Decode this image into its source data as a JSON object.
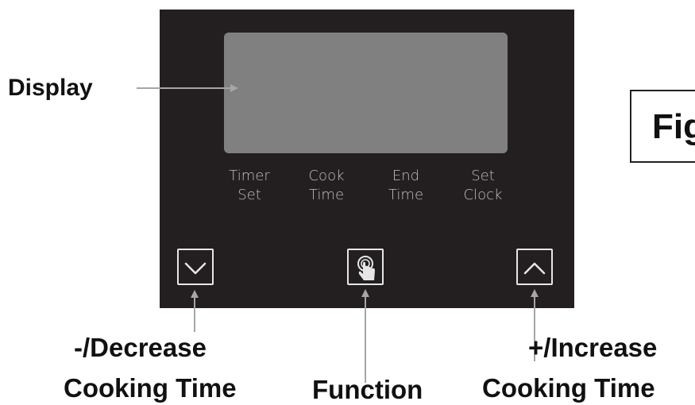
{
  "panel": {
    "modes": [
      {
        "line1": "Timer",
        "line2": "Set"
      },
      {
        "line1": "Cook",
        "line2": "Time"
      },
      {
        "line1": "End",
        "line2": "Time"
      },
      {
        "line1": "Set",
        "line2": "Clock"
      }
    ],
    "keys": {
      "decrease_icon": "chevron-down-icon",
      "function_icon": "touch-finger-icon",
      "increase_icon": "chevron-up-icon"
    }
  },
  "callouts": {
    "display": "Display",
    "decrease_line1": "-/Decrease",
    "decrease_line2": "Cooking Time",
    "function": "Function",
    "increase_line1": "+/Increase",
    "increase_line2": "Cooking Time"
  },
  "figure": {
    "label": "Fig"
  },
  "colors": {
    "panel": "#231f20",
    "display": "#808080",
    "mode_text": "#bdbdbd",
    "key_outline": "#e6e6e6",
    "arrow": "#a6a6a6"
  }
}
